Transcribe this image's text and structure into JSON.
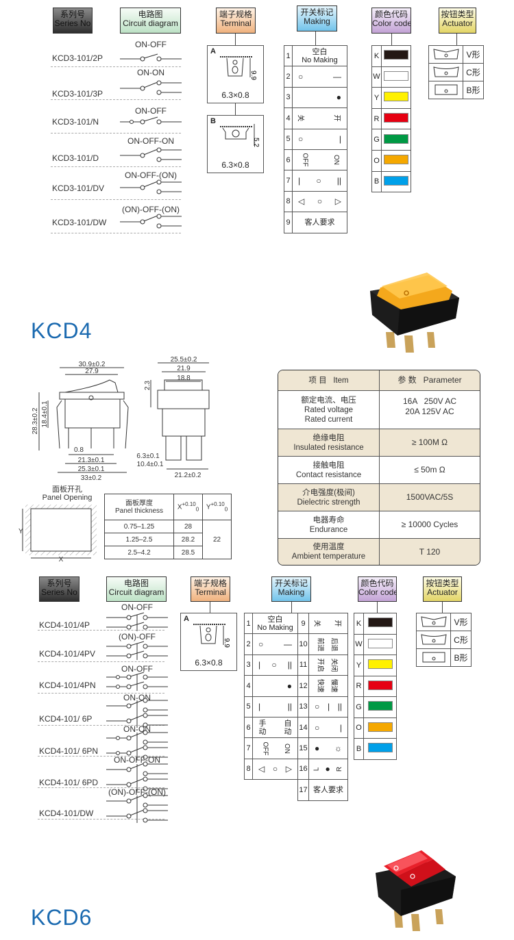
{
  "headers": {
    "series": {
      "cn": "系列号",
      "en": "Series No"
    },
    "circuit": {
      "cn": "电路图",
      "en": "Circuit diagram"
    },
    "terminal": {
      "cn": "端子规格",
      "en": "Terminal"
    },
    "making": {
      "cn": "开关标记",
      "en": "Making"
    },
    "color": {
      "cn": "颜色代码",
      "en": "Color code"
    },
    "actuator": {
      "cn": "按钮类型",
      "en": "Actuator"
    }
  },
  "kcd3": {
    "series": [
      {
        "model": "KCD3-101/2P",
        "circuit": "ON-OFF"
      },
      {
        "model": "KCD3-101/3P",
        "circuit": "ON-ON"
      },
      {
        "model": "KCD3-101/N",
        "circuit": "ON-OFF"
      },
      {
        "model": "KCD3-101/D",
        "circuit": "ON-OFF-ON"
      },
      {
        "model": "KCD3-101/DV",
        "circuit": "ON-OFF-(ON)"
      },
      {
        "model": "KCD3-101/DW",
        "circuit": "(ON)-OFF-(ON)"
      }
    ],
    "terminals": [
      {
        "label": "A",
        "dim": "9.9",
        "size": "6.3×0.8"
      },
      {
        "label": "B",
        "dim": "5.2",
        "size": "6.3×0.8"
      }
    ],
    "making": [
      {
        "no": "1",
        "lines": [
          "空白",
          "No Making"
        ]
      },
      {
        "no": "2",
        "symbols": [
          "○",
          "—"
        ]
      },
      {
        "no": "3",
        "symbols": [
          "",
          "●"
        ]
      },
      {
        "no": "4",
        "symbols": [
          "关",
          "开"
        ],
        "rotate": true
      },
      {
        "no": "5",
        "symbols": [
          "○",
          "|"
        ]
      },
      {
        "no": "6",
        "symbols": [
          "OFF",
          "ON"
        ],
        "rotate": true
      },
      {
        "no": "7",
        "symbols": [
          "|",
          "○",
          "||"
        ]
      },
      {
        "no": "8",
        "symbols": [
          "◁",
          "○",
          "▷"
        ]
      },
      {
        "no": "9",
        "lines": [
          "客人要求"
        ]
      }
    ],
    "colors": [
      {
        "code": "K",
        "hex": "#231815"
      },
      {
        "code": "W",
        "hex": "#ffffff"
      },
      {
        "code": "Y",
        "hex": "#fff100"
      },
      {
        "code": "R",
        "hex": "#e60012"
      },
      {
        "code": "G",
        "hex": "#009944"
      },
      {
        "code": "O",
        "hex": "#f5a800"
      },
      {
        "code": "B",
        "hex": "#00a0e9"
      }
    ],
    "actuators": [
      {
        "label": "V形",
        "shape": "V"
      },
      {
        "label": "C形",
        "shape": "C"
      },
      {
        "label": "B形",
        "shape": "B"
      }
    ]
  },
  "kcd4": {
    "title": "KCD4",
    "dimensions": {
      "front": [
        "30.9±0.2",
        "27.9",
        "28.3±0.2",
        "18.4±0.1",
        "0.8",
        "21.3±0.1",
        "25.3±0.1",
        "33±0.2"
      ],
      "side": [
        "25.5±0.2",
        "21.9",
        "18.8",
        "2.3",
        "6.3±0.1",
        "10.4±0.1",
        "21.2±0.2"
      ]
    },
    "panel_opening": {
      "cn": "面板开孔",
      "en": "Panel Opening",
      "x": "X",
      "y": "Y"
    },
    "thickness_table": {
      "header_cn": "面板厚度",
      "header_en": "Panel thickness",
      "x_label": "X",
      "y_label": "Y",
      "tol_plus": "+0.10",
      "tol_zero": "0",
      "rows": [
        [
          "0.75–1.25",
          "28"
        ],
        [
          "1.25–2.5",
          "28.2"
        ],
        [
          "2.5–4.2",
          "28.5"
        ]
      ],
      "y_value": "22"
    },
    "parameters": {
      "header": [
        "项 目   Item",
        "参 数   Parameter"
      ],
      "rows": [
        {
          "item": [
            "额定电流、电压",
            "Rated voltage",
            "Rated current"
          ],
          "value": [
            "16A   250V AC",
            "20A 125V AC"
          ]
        },
        {
          "item": [
            "绝缘电阻",
            "Insulated resistance"
          ],
          "value": [
            "≥ 100M Ω"
          ]
        },
        {
          "item": [
            "接触电阻",
            "Contact resistance"
          ],
          "value": [
            "≤ 50m Ω"
          ]
        },
        {
          "item": [
            "介电强度(极间)",
            "Dielectric strength"
          ],
          "value": [
            "1500VAC/5S"
          ]
        },
        {
          "item": [
            "电器寿命",
            "Endurance"
          ],
          "value": [
            "≥ 10000 Cycles"
          ]
        },
        {
          "item": [
            "使用温度",
            "Ambient temperature"
          ],
          "value": [
            "T 120"
          ]
        }
      ]
    },
    "series": [
      {
        "model": "KCD4-101/4P",
        "circuit": "ON-OFF"
      },
      {
        "model": "KCD4-101/4PV",
        "circuit": "(ON)-OFF"
      },
      {
        "model": "KCD4-101/4PN",
        "circuit": "ON-OFF"
      },
      {
        "model": "KCD4-101/ 6P",
        "circuit": "ON-ON"
      },
      {
        "model": "KCD4-101/ 6PN",
        "circuit": "ON-ON"
      },
      {
        "model": "KCD4-101/ 6PD",
        "circuit": "ON-OFF-ON"
      },
      {
        "model": "KCD4-101/DW",
        "circuit": "(ON)-OFF-(ON)"
      }
    ],
    "terminals": [
      {
        "label": "A",
        "dim": "9.9",
        "size": "6.3×0.8"
      }
    ],
    "making_left": [
      {
        "no": "1",
        "lines": [
          "空白",
          "No Making"
        ]
      },
      {
        "no": "2",
        "symbols": [
          "○",
          "—"
        ]
      },
      {
        "no": "3",
        "symbols": [
          "|",
          "○",
          "||"
        ]
      },
      {
        "no": "4",
        "symbols": [
          "",
          "●"
        ]
      },
      {
        "no": "5",
        "symbols": [
          "|",
          "||"
        ]
      },
      {
        "no": "6",
        "symbols": [
          "手动",
          "自动"
        ],
        "stack": true
      },
      {
        "no": "7",
        "symbols": [
          "OFF",
          "ON"
        ],
        "rotate": true
      },
      {
        "no": "8",
        "symbols": [
          "◁",
          "○",
          "▷"
        ]
      }
    ],
    "making_right": [
      {
        "no": "9",
        "symbols": [
          "关",
          "开"
        ],
        "rotate": true
      },
      {
        "no": "10",
        "symbols": [
          "前进",
          "后退"
        ],
        "rotate": true
      },
      {
        "no": "11",
        "symbols": [
          "开启",
          "关闭"
        ],
        "rotate": true
      },
      {
        "no": "12",
        "symbols": [
          "快速",
          "慢速"
        ],
        "rotate": true
      },
      {
        "no": "13",
        "symbols": [
          "○",
          "|",
          "||"
        ]
      },
      {
        "no": "14",
        "symbols": [
          "○",
          "|"
        ]
      },
      {
        "no": "15",
        "symbols": [
          "●",
          "☼"
        ]
      },
      {
        "no": "16",
        "symbols": [
          "L",
          "●",
          "R"
        ],
        "rotate_ends": true
      },
      {
        "no": "17",
        "lines": [
          "客人要求"
        ]
      }
    ],
    "colors": [
      {
        "code": "K",
        "hex": "#231815"
      },
      {
        "code": "W",
        "hex": "#ffffff"
      },
      {
        "code": "Y",
        "hex": "#fff100"
      },
      {
        "code": "R",
        "hex": "#e60012"
      },
      {
        "code": "G",
        "hex": "#009944"
      },
      {
        "code": "O",
        "hex": "#f5a800"
      },
      {
        "code": "B",
        "hex": "#00a0e9"
      }
    ],
    "actuators": [
      {
        "label": "V形",
        "shape": "V"
      },
      {
        "label": "C形",
        "shape": "C"
      },
      {
        "label": "B形",
        "shape": "B"
      }
    ]
  },
  "kcd6": {
    "title": "KCD6"
  },
  "accent_color": "#1b6ab0"
}
